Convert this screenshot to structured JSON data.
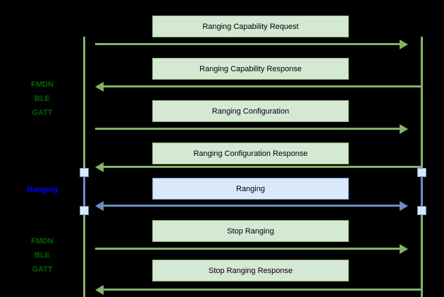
{
  "diagram": {
    "type": "sequence-diagram",
    "background_color": "#000000",
    "colors": {
      "green_fill": "#d5e8d4",
      "green_stroke": "#82b366",
      "blue_fill": "#dae8fc",
      "blue_stroke": "#6c8ebf",
      "green_text": "#006600",
      "blue_text": "#0000ff"
    }
  },
  "lifelines": [
    {
      "name": "left-lifeline",
      "color": "#82b366"
    },
    {
      "name": "right-lifeline",
      "color": "#82b366"
    }
  ],
  "phases": [
    {
      "id": "phase-fmdn-top",
      "label": "FMDN\nBLE\nGATT",
      "color": "#006600"
    },
    {
      "id": "phase-ranging",
      "label": "Ranging",
      "color": "#0000ff"
    },
    {
      "id": "phase-fmdn-bottom",
      "label": "FMDN\nBLE\nGATT",
      "color": "#006600"
    }
  ],
  "messages": [
    {
      "id": "msg-1",
      "label": "Ranging Capability Request",
      "direction": "right",
      "style": "green"
    },
    {
      "id": "msg-2",
      "label": "Ranging Capability Response",
      "direction": "left",
      "style": "green"
    },
    {
      "id": "msg-3",
      "label": "Ranging Configuration",
      "direction": "right",
      "style": "green"
    },
    {
      "id": "msg-4",
      "label": "Ranging Configuration Response",
      "direction": "left",
      "style": "green"
    },
    {
      "id": "msg-5",
      "label": "Ranging",
      "direction": "both",
      "style": "blue"
    },
    {
      "id": "msg-6",
      "label": "Stop Ranging",
      "direction": "right",
      "style": "green"
    },
    {
      "id": "msg-7",
      "label": "Stop Ranging Response",
      "direction": "left",
      "style": "green"
    }
  ]
}
